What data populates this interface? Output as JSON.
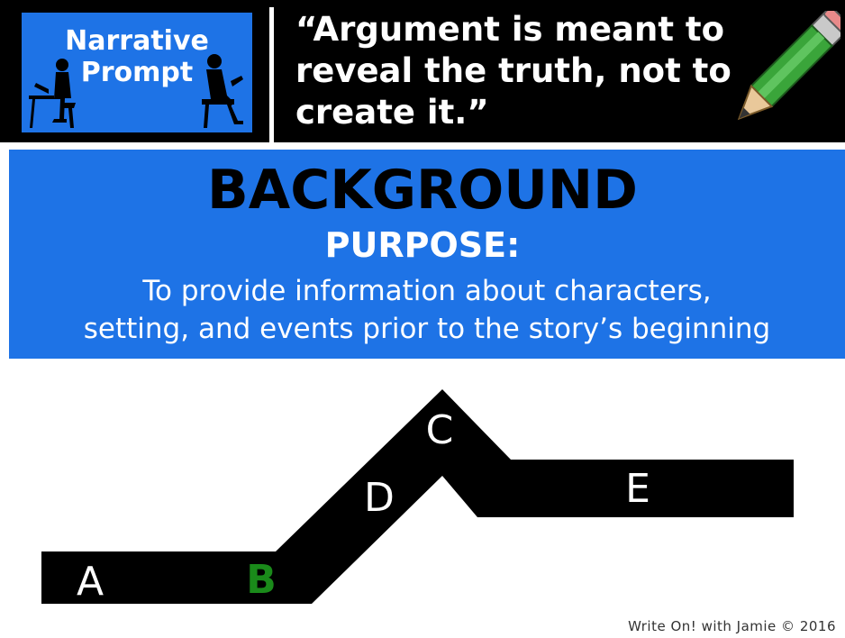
{
  "badge": {
    "line1": "Narrative",
    "line2": "Prompt"
  },
  "quote": {
    "text": "“Argument is meant to reveal the truth, not to create it.”"
  },
  "background": {
    "title": "BACKGROUND",
    "subtitle": "PURPOSE:",
    "desc_line1": "To provide information about characters,",
    "desc_line2": "setting, and events prior to the story’s beginning"
  },
  "plot": {
    "labels": {
      "a": "A",
      "b": "B",
      "c": "C",
      "d": "D",
      "e": "E"
    },
    "highlight_color": "#1a8a1a"
  },
  "footer": {
    "credit": "Write On! with Jamie © 2016"
  },
  "colors": {
    "accent_blue": "#1e73e6",
    "dark": "#000000"
  }
}
